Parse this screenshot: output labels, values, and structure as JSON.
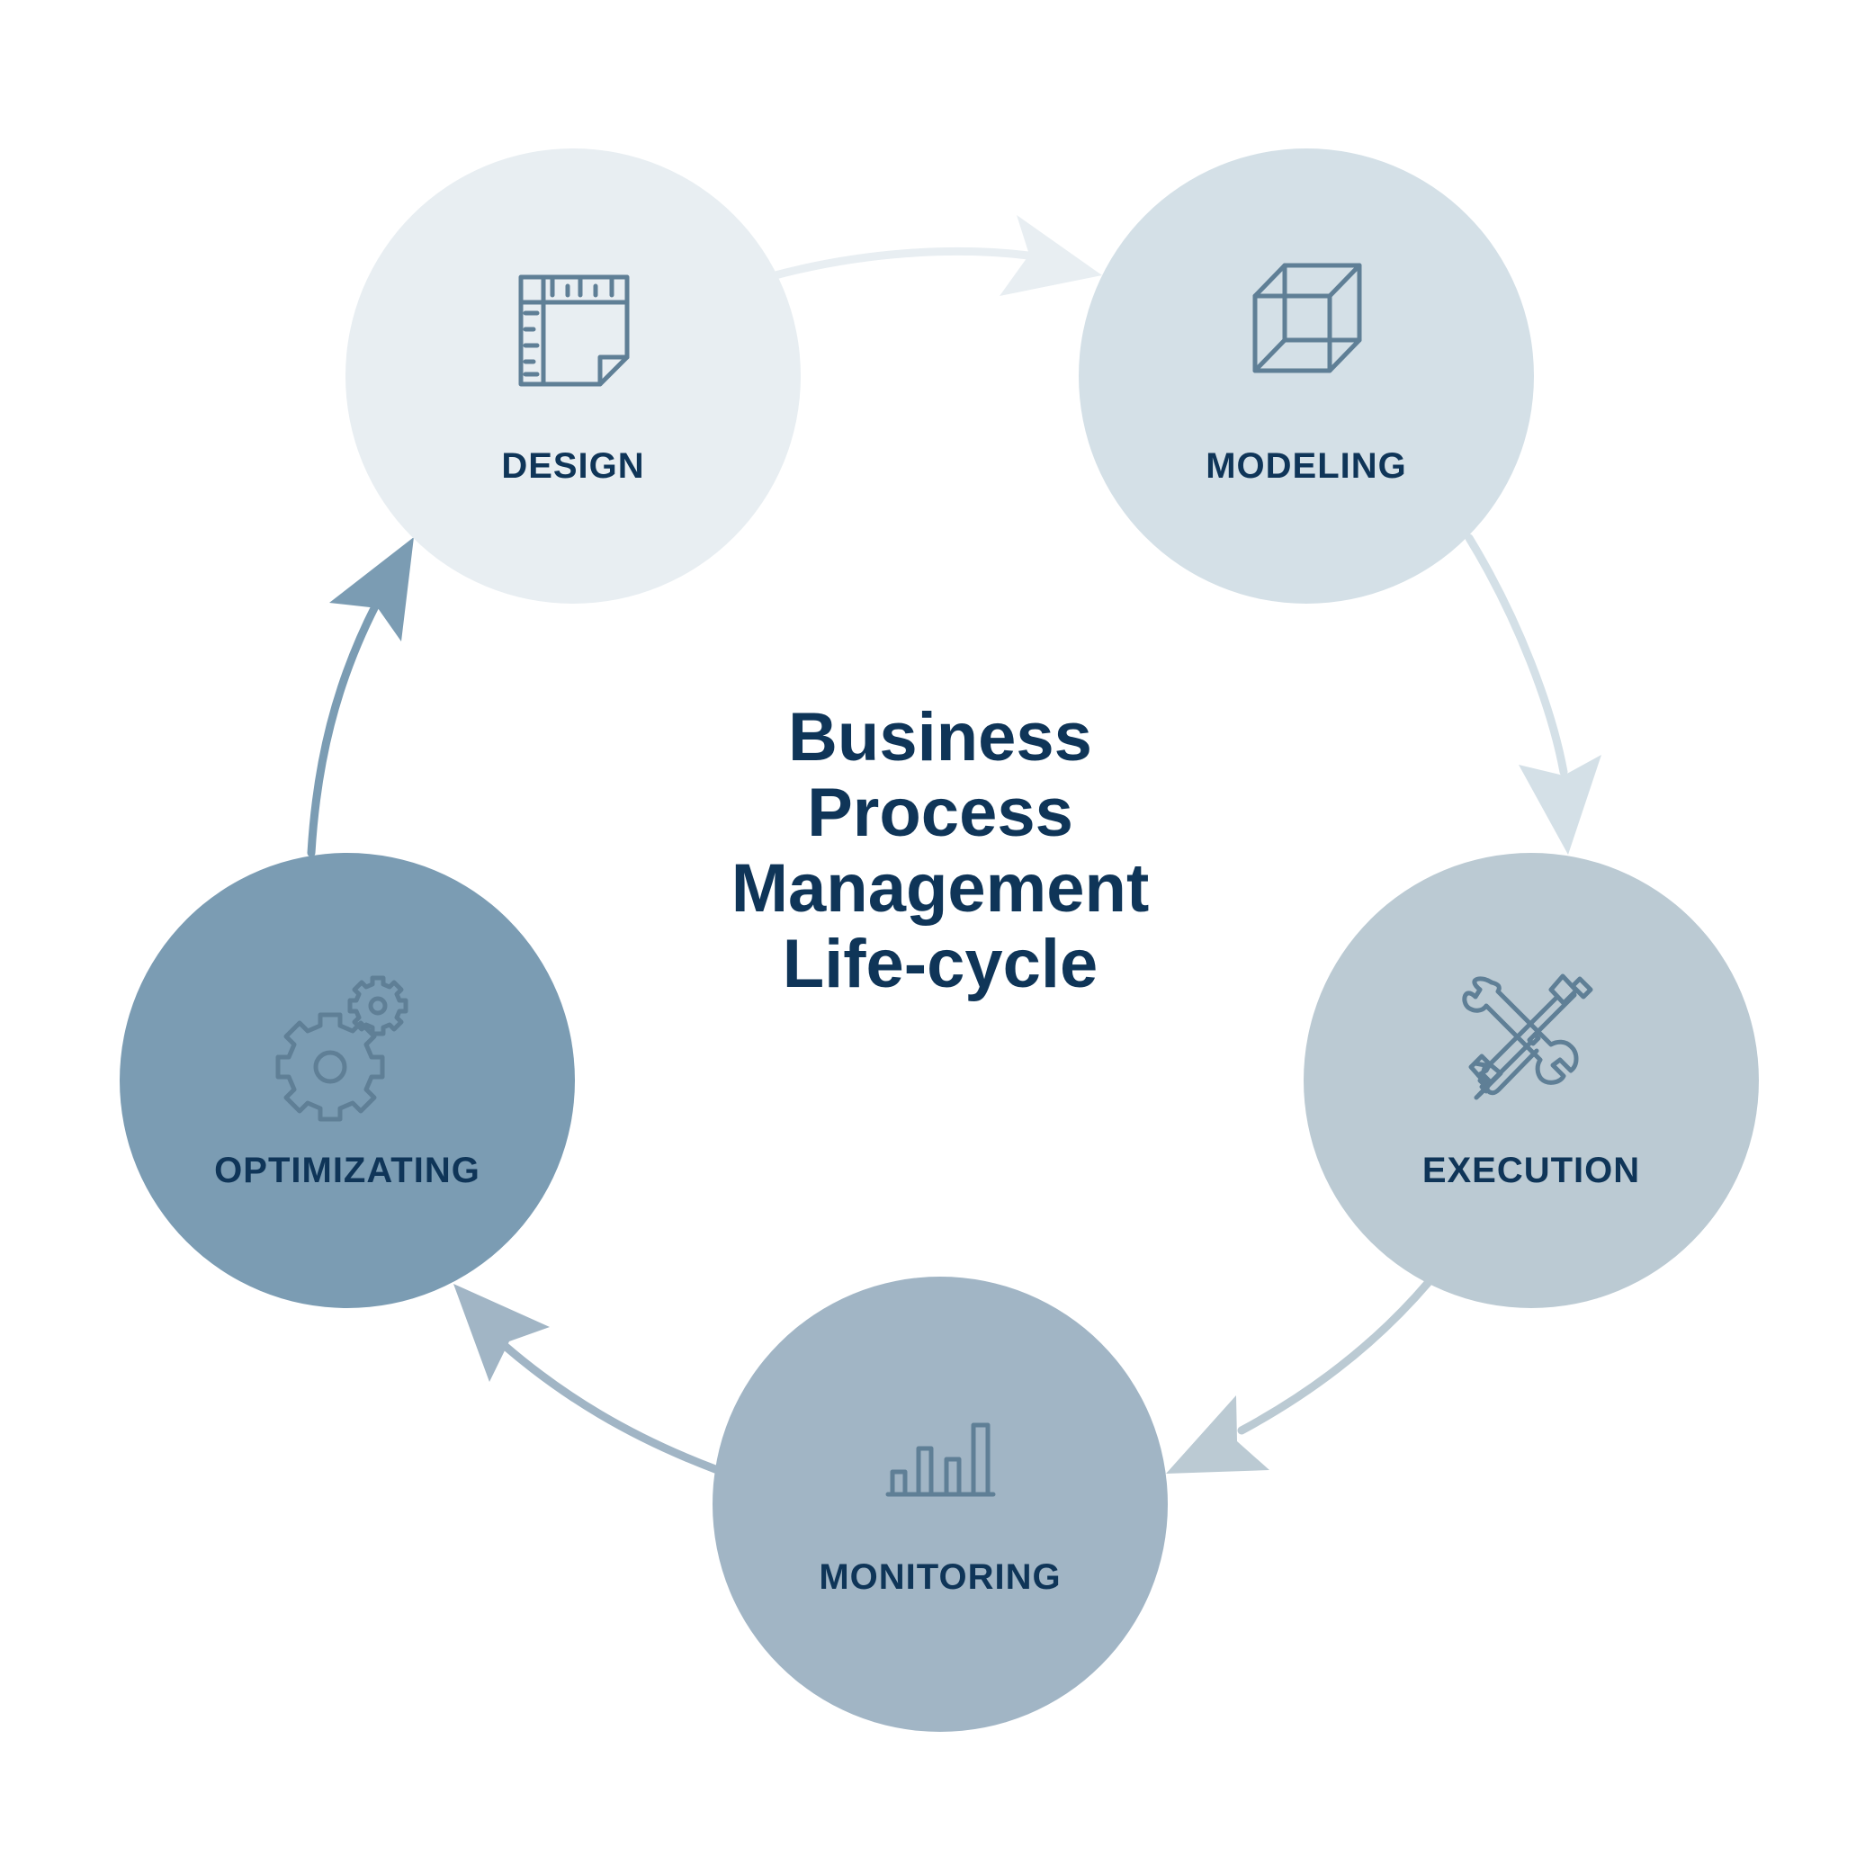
{
  "colors": {
    "text": "#0f3558",
    "icon": "#5f7f96",
    "design": "#e8eef2",
    "modeling": "#d4e0e7",
    "execution": "#bbcad3",
    "monitoring": "#a1b5c5",
    "optimizing": "#7b9cb3"
  },
  "title": {
    "lines": [
      "Business",
      "Process",
      "Management",
      "Life-cycle"
    ]
  },
  "stages": [
    {
      "label": "DESIGN",
      "icon": "blueprint-ruler-icon",
      "color": "#e8eef2"
    },
    {
      "label": "MODELING",
      "icon": "wireframe-cube-icon",
      "color": "#d4e0e7"
    },
    {
      "label": "EXECUTION",
      "icon": "wrench-screwdriver-icon",
      "color": "#bbcad3"
    },
    {
      "label": "MONITORING",
      "icon": "bar-chart-icon",
      "color": "#a1b5c5"
    },
    {
      "label": "OPTIMIZATING",
      "icon": "gears-icon",
      "color": "#7b9cb3"
    }
  ],
  "arrows": [
    {
      "from": "DESIGN",
      "to": "MODELING",
      "color": "#e8eef2"
    },
    {
      "from": "MODELING",
      "to": "EXECUTION",
      "color": "#d4e0e7"
    },
    {
      "from": "EXECUTION",
      "to": "MONITORING",
      "color": "#bbcad3"
    },
    {
      "from": "MONITORING",
      "to": "OPTIMIZATING",
      "color": "#a1b5c5"
    },
    {
      "from": "OPTIMIZATING",
      "to": "DESIGN",
      "color": "#7b9cb3"
    }
  ]
}
